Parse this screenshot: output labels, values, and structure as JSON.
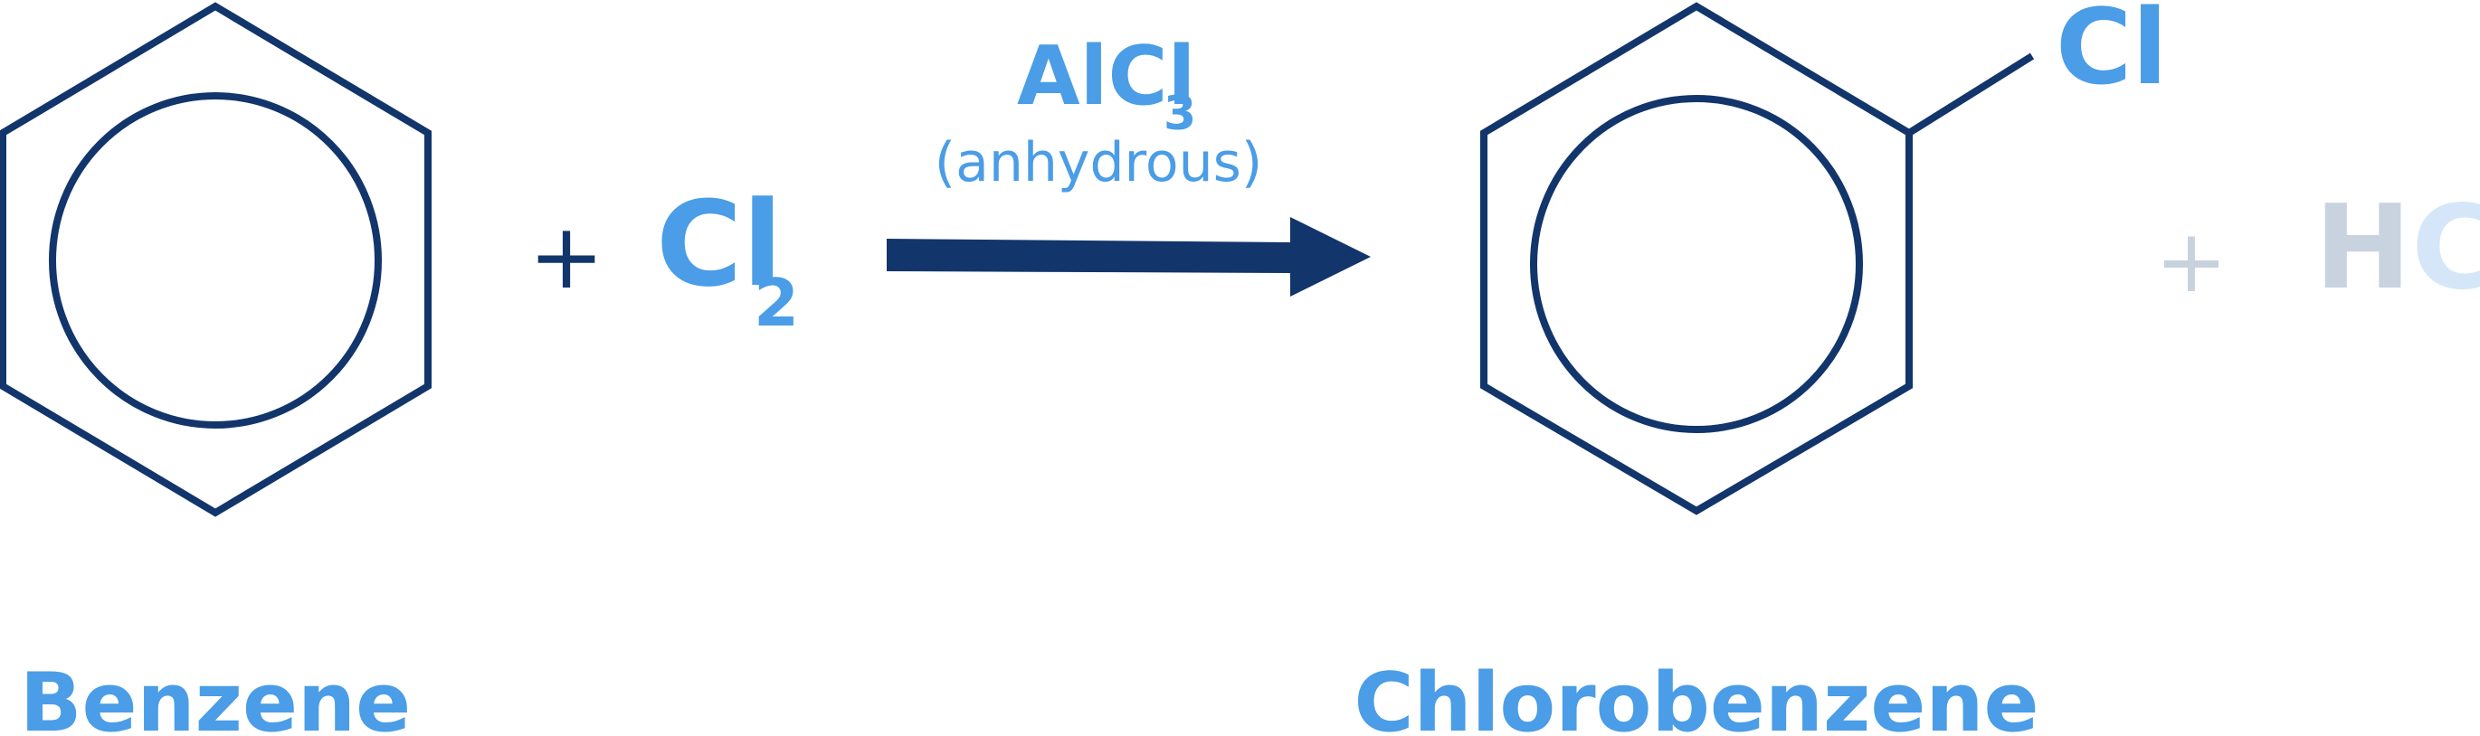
{
  "reaction": {
    "reactant_1": {
      "name": "Benzene"
    },
    "plus_1": "+",
    "reactant_2": {
      "symbol": "Cl",
      "subscript": "2"
    },
    "conditions": {
      "catalyst_symbol": "AlCl",
      "catalyst_subscript": "3",
      "note": "(anhydrous)"
    },
    "product_1": {
      "name": "Chlorobenzene",
      "substituent": "Cl"
    },
    "plus_2": "+",
    "product_2": {
      "symbol": "HCl"
    }
  },
  "colors": {
    "structure": "#12356b",
    "label_blue": "#4a9de6",
    "faded_plus": "#c8d2de",
    "faded_h": "#c8d3df",
    "faded_cl": "#d5e6f8"
  }
}
